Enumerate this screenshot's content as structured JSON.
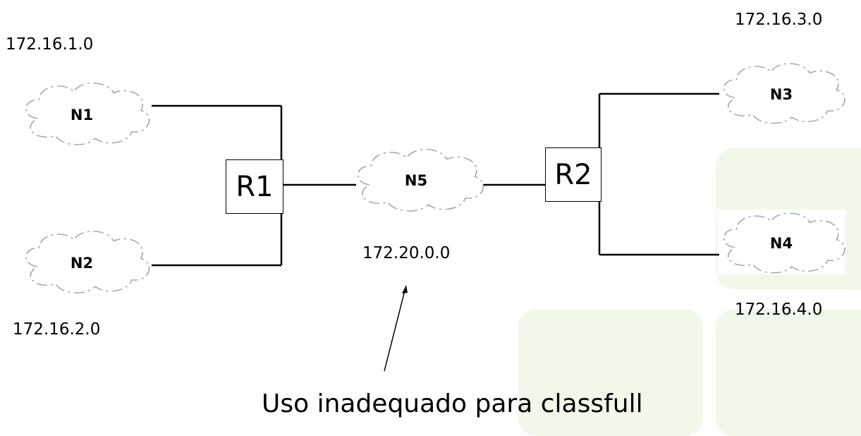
{
  "networks": {
    "n1": {
      "label": "N1",
      "address": "172.16.1.0"
    },
    "n2": {
      "label": "N2",
      "address": "172.16.2.0"
    },
    "n3": {
      "label": "N3",
      "address": "172.16.3.0"
    },
    "n4": {
      "label": "N4",
      "address": "172.16.4.0"
    },
    "n5": {
      "label": "N5",
      "address": "172.20.0.0"
    }
  },
  "routers": {
    "r1": "R1",
    "r2": "R2"
  },
  "annotation": "Uso inadequado para classfull",
  "colors": {
    "background_tiles": "#f1f8ea",
    "lines": "#000000",
    "cloud_outline": "#9aa6a0"
  }
}
